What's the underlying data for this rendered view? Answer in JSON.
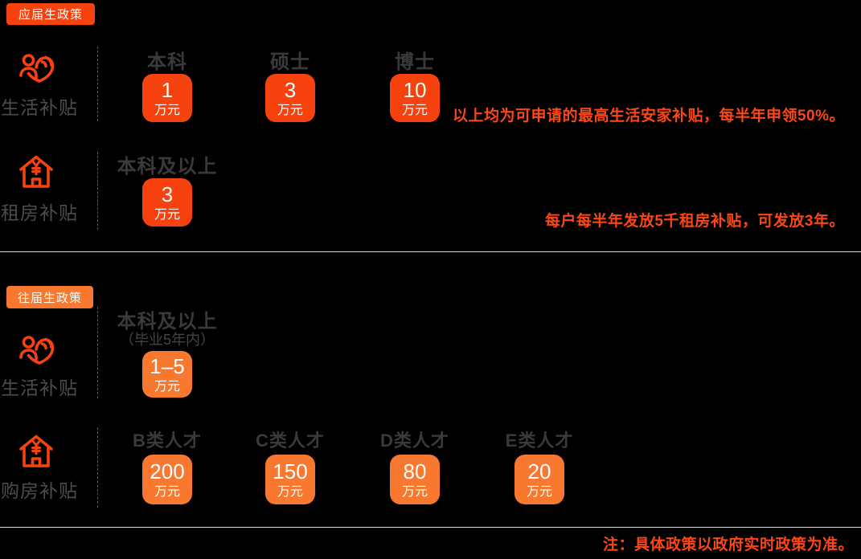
{
  "colors": {
    "background": "#000000",
    "fresh_accent_red": "#f5420f",
    "previous_accent_orange": "#f7782e",
    "note_orange": "#fb4716",
    "heading_gray": "#3a3a3a",
    "label_gray": "#4c4c4c",
    "divider_gray": "#dedede"
  },
  "fresh": {
    "badge": "应届生政策",
    "life": {
      "label": "生活补贴",
      "icon": "person-heart-icon",
      "columns": [
        {
          "header": "本科",
          "value": "1",
          "unit": "万元"
        },
        {
          "header": "硕士",
          "value": "3",
          "unit": "万元"
        },
        {
          "header": "博士",
          "value": "10",
          "unit": "万元"
        }
      ],
      "note": "以上均为可申请的最高生活安家补贴，每半年申领50%。"
    },
    "rent": {
      "label": "租房补贴",
      "icon": "house-yen-icon",
      "columns": [
        {
          "header": "本科及以上",
          "value": "3",
          "unit": "万元"
        }
      ],
      "note": "每户每半年发放5千租房补贴，可发放3年。"
    }
  },
  "previous": {
    "badge": "往届生政策",
    "life": {
      "label": "生活补贴",
      "icon": "person-heart-icon",
      "columns": [
        {
          "header": "本科及以上",
          "subheader": "（毕业5年内）",
          "value": "1–5",
          "unit": "万元"
        }
      ]
    },
    "purchase": {
      "label": "购房补贴",
      "icon": "house-yen-icon",
      "columns": [
        {
          "header": "B类人才",
          "value": "200",
          "unit": "万元"
        },
        {
          "header": "C类人才",
          "value": "150",
          "unit": "万元"
        },
        {
          "header": "D类人才",
          "value": "80",
          "unit": "万元"
        },
        {
          "header": "E类人才",
          "value": "20",
          "unit": "万元"
        }
      ]
    }
  },
  "footer": {
    "note": "注：具体政策以政府实时政策为准。"
  }
}
